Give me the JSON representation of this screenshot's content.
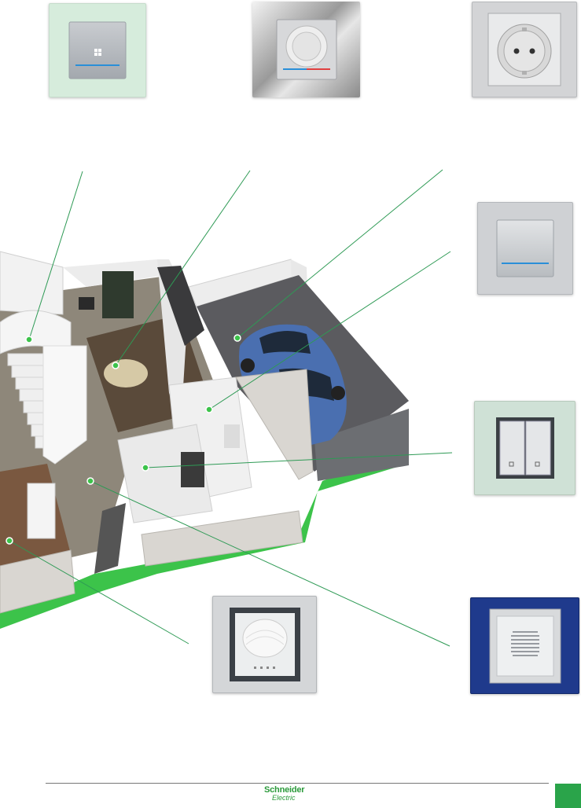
{
  "brand": {
    "name": "Schneider",
    "sub": "Electric"
  },
  "colors": {
    "accent_green": "#2aa44a",
    "callout_line": "#2e9a55",
    "blue_led": "#2a8fd8",
    "red_led": "#e04040",
    "navy_frame": "#1f3a8c"
  },
  "products": [
    {
      "id": "touch-switch-mint",
      "icon": "touch-switch-icon"
    },
    {
      "id": "thermostat-chrome",
      "icon": "thermostat-icon"
    },
    {
      "id": "schuko-socket",
      "icon": "socket-icon"
    },
    {
      "id": "rocker-switch-aluminium",
      "icon": "rocker-switch-icon"
    },
    {
      "id": "double-shutter-switch",
      "icon": "double-switch-icon"
    },
    {
      "id": "motion-detector",
      "icon": "motion-sensor-icon"
    },
    {
      "id": "speaker-navy",
      "icon": "speaker-icon"
    }
  ]
}
